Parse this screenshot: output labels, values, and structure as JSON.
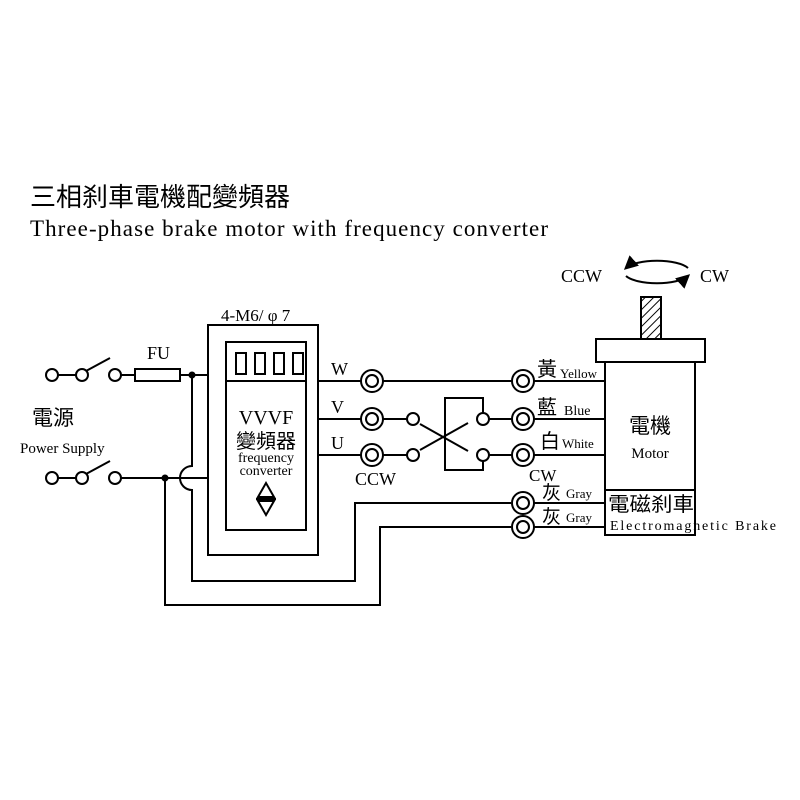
{
  "title": {
    "zh": "三相刹車電機配變頻器",
    "en": "Three-phase brake motor with frequency converter"
  },
  "rotation": {
    "ccw": "CCW",
    "cw": "CW"
  },
  "power_supply": {
    "zh": "電源",
    "en": "Power Supply",
    "fuse_label": "FU"
  },
  "converter": {
    "mount_label": "4-M6/ φ 7",
    "line1": "VVVF",
    "line2": "變頻器",
    "line3": "frequency",
    "line4": "converter"
  },
  "converter_terminals": [
    {
      "label": "W"
    },
    {
      "label": "V"
    },
    {
      "label": "U"
    }
  ],
  "reversing_switch": {
    "ccw_label": "CCW",
    "cw_label": "CW"
  },
  "motor_wires": [
    {
      "zh": "黃",
      "en": "Yellow"
    },
    {
      "zh": "藍",
      "en": "Blue"
    },
    {
      "zh": "白",
      "en": "White"
    },
    {
      "zh": "灰",
      "en": "Gray"
    },
    {
      "zh": "灰",
      "en": "Gray"
    }
  ],
  "motor": {
    "zh": "電機",
    "en": "Motor"
  },
  "brake": {
    "zh": "電磁刹車",
    "en": "Electromagnetic Brake"
  },
  "colors": {
    "line": "#000000",
    "background": "#ffffff"
  }
}
